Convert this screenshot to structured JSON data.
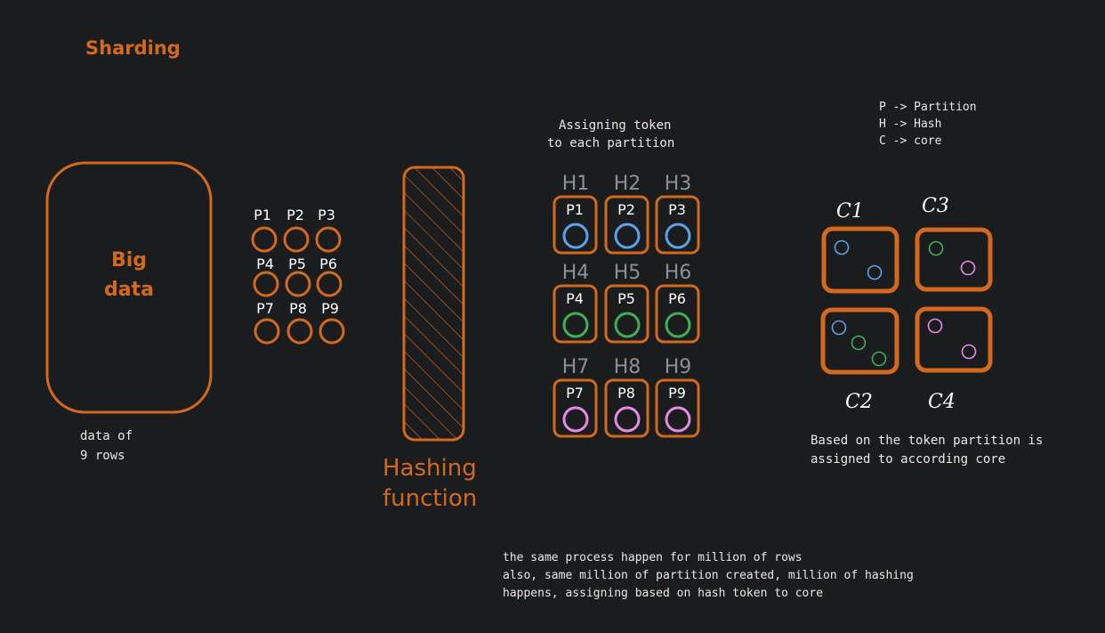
{
  "title": "Sharding",
  "big_data": {
    "line1": "Big",
    "line2": "data",
    "caption1": "data of",
    "caption2": "9 rows"
  },
  "partitions": [
    "P1",
    "P2",
    "P3",
    "P4",
    "P5",
    "P6",
    "P7",
    "P8",
    "P9"
  ],
  "hashing": {
    "line1": "Hashing",
    "line2": "function"
  },
  "assign_caption": {
    "line1": "Assigning token",
    "line2": "to each partition"
  },
  "hashes": [
    "H1",
    "H2",
    "H3",
    "H4",
    "H5",
    "H6",
    "H7",
    "H8",
    "H9"
  ],
  "legend": [
    "P -> Partition",
    "H -> Hash",
    "C -> core"
  ],
  "cores": [
    "C1",
    "C2",
    "C3",
    "C4"
  ],
  "core_caption": {
    "line1": "Based on the token partition is",
    "line2": "assigned to according core"
  },
  "footer": [
    "the same process happen for million of rows",
    "also, same million of partition created, million of hashing",
    "happens, assigning based on hash token to core"
  ],
  "colors": {
    "orange": "#d2691e",
    "blue": "#5aa2ea",
    "green": "#3fae55",
    "pink": "#e58be6",
    "bg": "#1b1c1e"
  }
}
